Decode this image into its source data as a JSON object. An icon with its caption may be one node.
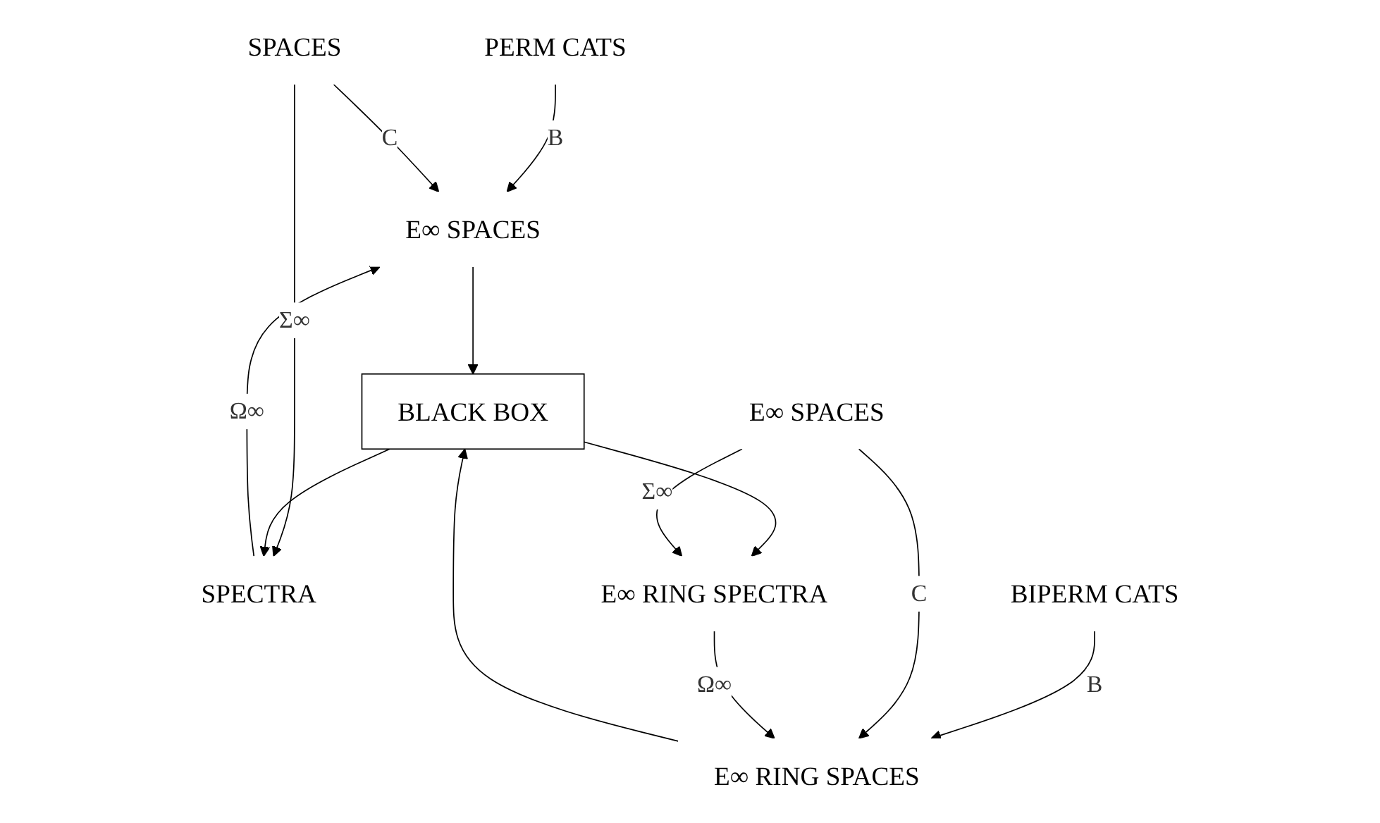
{
  "diagram": {
    "nodes": [
      {
        "text": [
          "PERM CATS"
        ]
      },
      {
        "text": [
          "E∞ SPACES"
        ]
      },
      {
        "text": [
          "SPACES"
        ]
      },
      {
        "text": [
          "SPECTRA"
        ]
      },
      {
        "text": [
          "BLACK BOX"
        ]
      },
      {
        "text": [
          "BIPERM CATS"
        ]
      },
      {
        "text": [
          "E∞ RING SPACES"
        ]
      },
      {
        "text": [
          "E∞ SPACES"
        ]
      },
      {
        "text": [
          "E∞ RING SPECTRA"
        ]
      }
    ],
    "edges": [
      {
        "from": 0,
        "to": 1,
        "arrow": "to",
        "label": "B"
      },
      {
        "from": 2,
        "to": 1,
        "arrow": "to",
        "label": "C"
      },
      {
        "from": 2,
        "to": 3,
        "arrow": "to",
        "label": "Σ∞"
      },
      {
        "from": 3,
        "to": 1,
        "arrow": "to",
        "label": "Ω∞"
      },
      {
        "from": 1,
        "to": 4,
        "arrow": "to"
      },
      {
        "from": 6,
        "to": 4,
        "arrow": "to"
      },
      {
        "from": 4,
        "to": 3,
        "arrow": "to"
      },
      {
        "from": 4,
        "to": 8,
        "arrow": "to"
      },
      {
        "from": 5,
        "to": 6,
        "arrow": "to",
        "label": "B"
      },
      {
        "from": 7,
        "to": 6,
        "arrow": "to",
        "label": "C"
      },
      {
        "from": 7,
        "to": 8,
        "arrow": "to",
        "label": "Σ∞"
      },
      {
        "from": 8,
        "to": 6,
        "arrow": "to",
        "label": "Ω∞"
      }
    ]
  }
}
